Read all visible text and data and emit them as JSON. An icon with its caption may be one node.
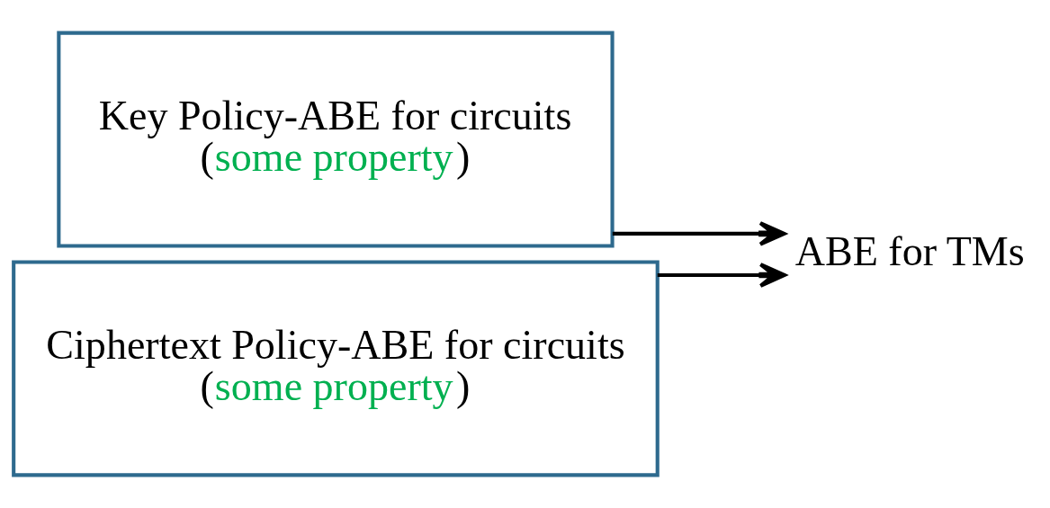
{
  "diagram": {
    "nodes": [
      {
        "text": [
          "Key Policy-ABE for circuits",
          "(some property)"
        ]
      },
      {
        "text": [
          "Ciphertext Policy-ABE for circuits",
          "(some property)"
        ]
      },
      {
        "text": [
          "ABE for TMs"
        ]
      }
    ],
    "edges": [
      {
        "from": 0,
        "to": 2,
        "arrow": "to"
      },
      {
        "from": 1,
        "to": 2,
        "arrow": "to"
      }
    ]
  }
}
